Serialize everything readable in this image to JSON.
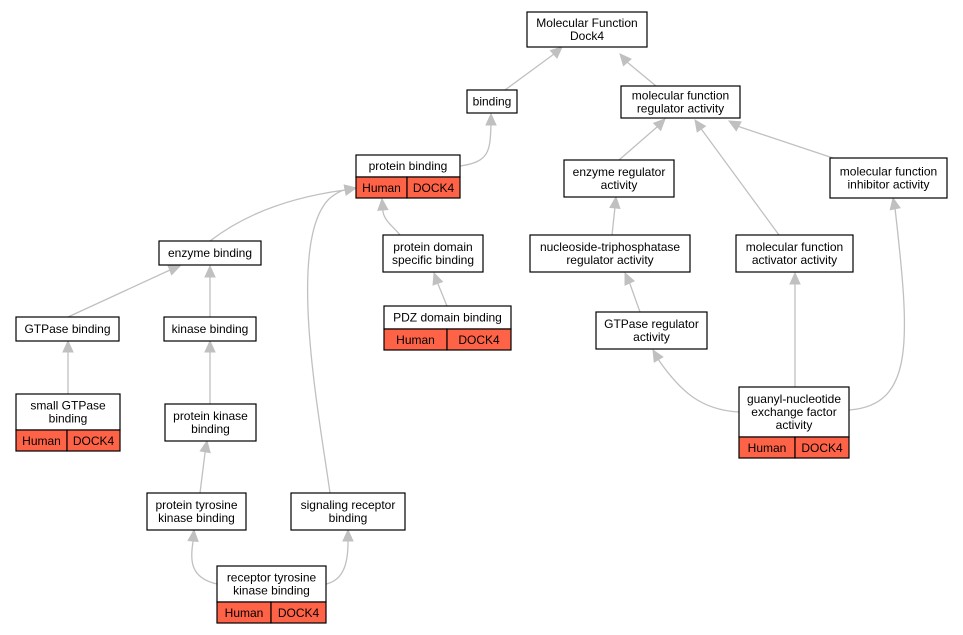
{
  "colors": {
    "annotation_fill": "#ff6347",
    "edge": "#c0c0c0",
    "border": "#000000"
  },
  "nodes": {
    "root": {
      "lines": [
        "Molecular Function",
        "Dock4"
      ]
    },
    "binding": {
      "lines": [
        "binding"
      ]
    },
    "mfra": {
      "lines": [
        "molecular function",
        "regulator activity"
      ]
    },
    "protein_binding": {
      "lines": [
        "protein binding"
      ],
      "annotation": [
        "Human",
        "DOCK4"
      ]
    },
    "enzyme_reg": {
      "lines": [
        "enzyme regulator",
        "activity"
      ]
    },
    "mfia": {
      "lines": [
        "molecular function",
        "inhibitor activity"
      ]
    },
    "enzyme_binding": {
      "lines": [
        "enzyme binding"
      ]
    },
    "pdsb": {
      "lines": [
        "protein domain",
        "specific binding"
      ]
    },
    "ntp_reg": {
      "lines": [
        "nucleoside-triphosphatase",
        "regulator activity"
      ]
    },
    "mfaa": {
      "lines": [
        "molecular function",
        "activator activity"
      ]
    },
    "gtpase_binding": {
      "lines": [
        "GTPase binding"
      ]
    },
    "kinase_binding": {
      "lines": [
        "kinase binding"
      ]
    },
    "pdz": {
      "lines": [
        "PDZ domain binding"
      ],
      "annotation": [
        "Human",
        "DOCK4"
      ]
    },
    "gtpase_reg": {
      "lines": [
        "GTPase regulator",
        "activity"
      ]
    },
    "small_gtpase": {
      "lines": [
        "small GTPase",
        "binding"
      ],
      "annotation": [
        "Human",
        "DOCK4"
      ]
    },
    "pkb": {
      "lines": [
        "protein kinase",
        "binding"
      ]
    },
    "gnef": {
      "lines": [
        "guanyl-nucleotide",
        "exchange factor",
        "activity"
      ],
      "annotation": [
        "Human",
        "DOCK4"
      ]
    },
    "ptkb": {
      "lines": [
        "protein tyrosine",
        "kinase binding"
      ]
    },
    "srb": {
      "lines": [
        "signaling receptor",
        "binding"
      ]
    },
    "rtkb": {
      "lines": [
        "receptor tyrosine",
        "kinase binding"
      ],
      "annotation": [
        "Human",
        "DOCK4"
      ]
    }
  }
}
